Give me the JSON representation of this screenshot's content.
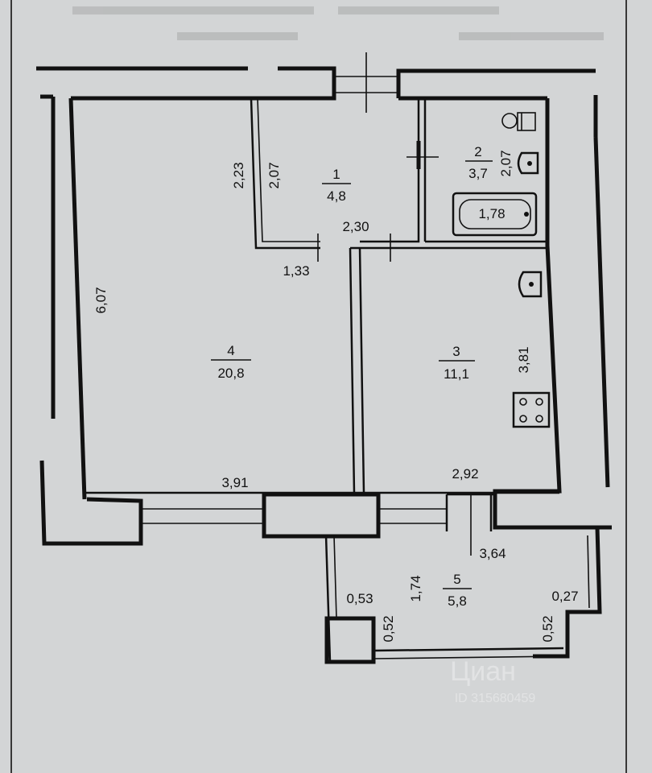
{
  "rooms": [
    {
      "number": "1",
      "area": "4,8"
    },
    {
      "number": "2",
      "area": "3,7"
    },
    {
      "number": "3",
      "area": "11,1"
    },
    {
      "number": "4",
      "area": "20,8"
    },
    {
      "number": "5",
      "area": "5,8"
    }
  ],
  "dimensions": {
    "hall_height": "2,23",
    "room1_height": "2,07",
    "room2_height": "2,07",
    "room1_width": "2,30",
    "passage_width": "1,33",
    "room4_height": "6,07",
    "room4_width": "3,91",
    "room3_height": "3,81",
    "room3_width": "2,92",
    "balcony_width": "3,64",
    "balcony_depth": "1,74",
    "balcony_left_offset": "0,53",
    "balcony_left_pillar": "0,52",
    "balcony_right_pillar": "0,52",
    "balcony_right_offset": "0,27",
    "bathtub_length": "1,78"
  },
  "watermark": "Циан",
  "watermark_id": "ID 315680459",
  "colors": {
    "paper": "#d9dadc",
    "ink": "#111111"
  }
}
